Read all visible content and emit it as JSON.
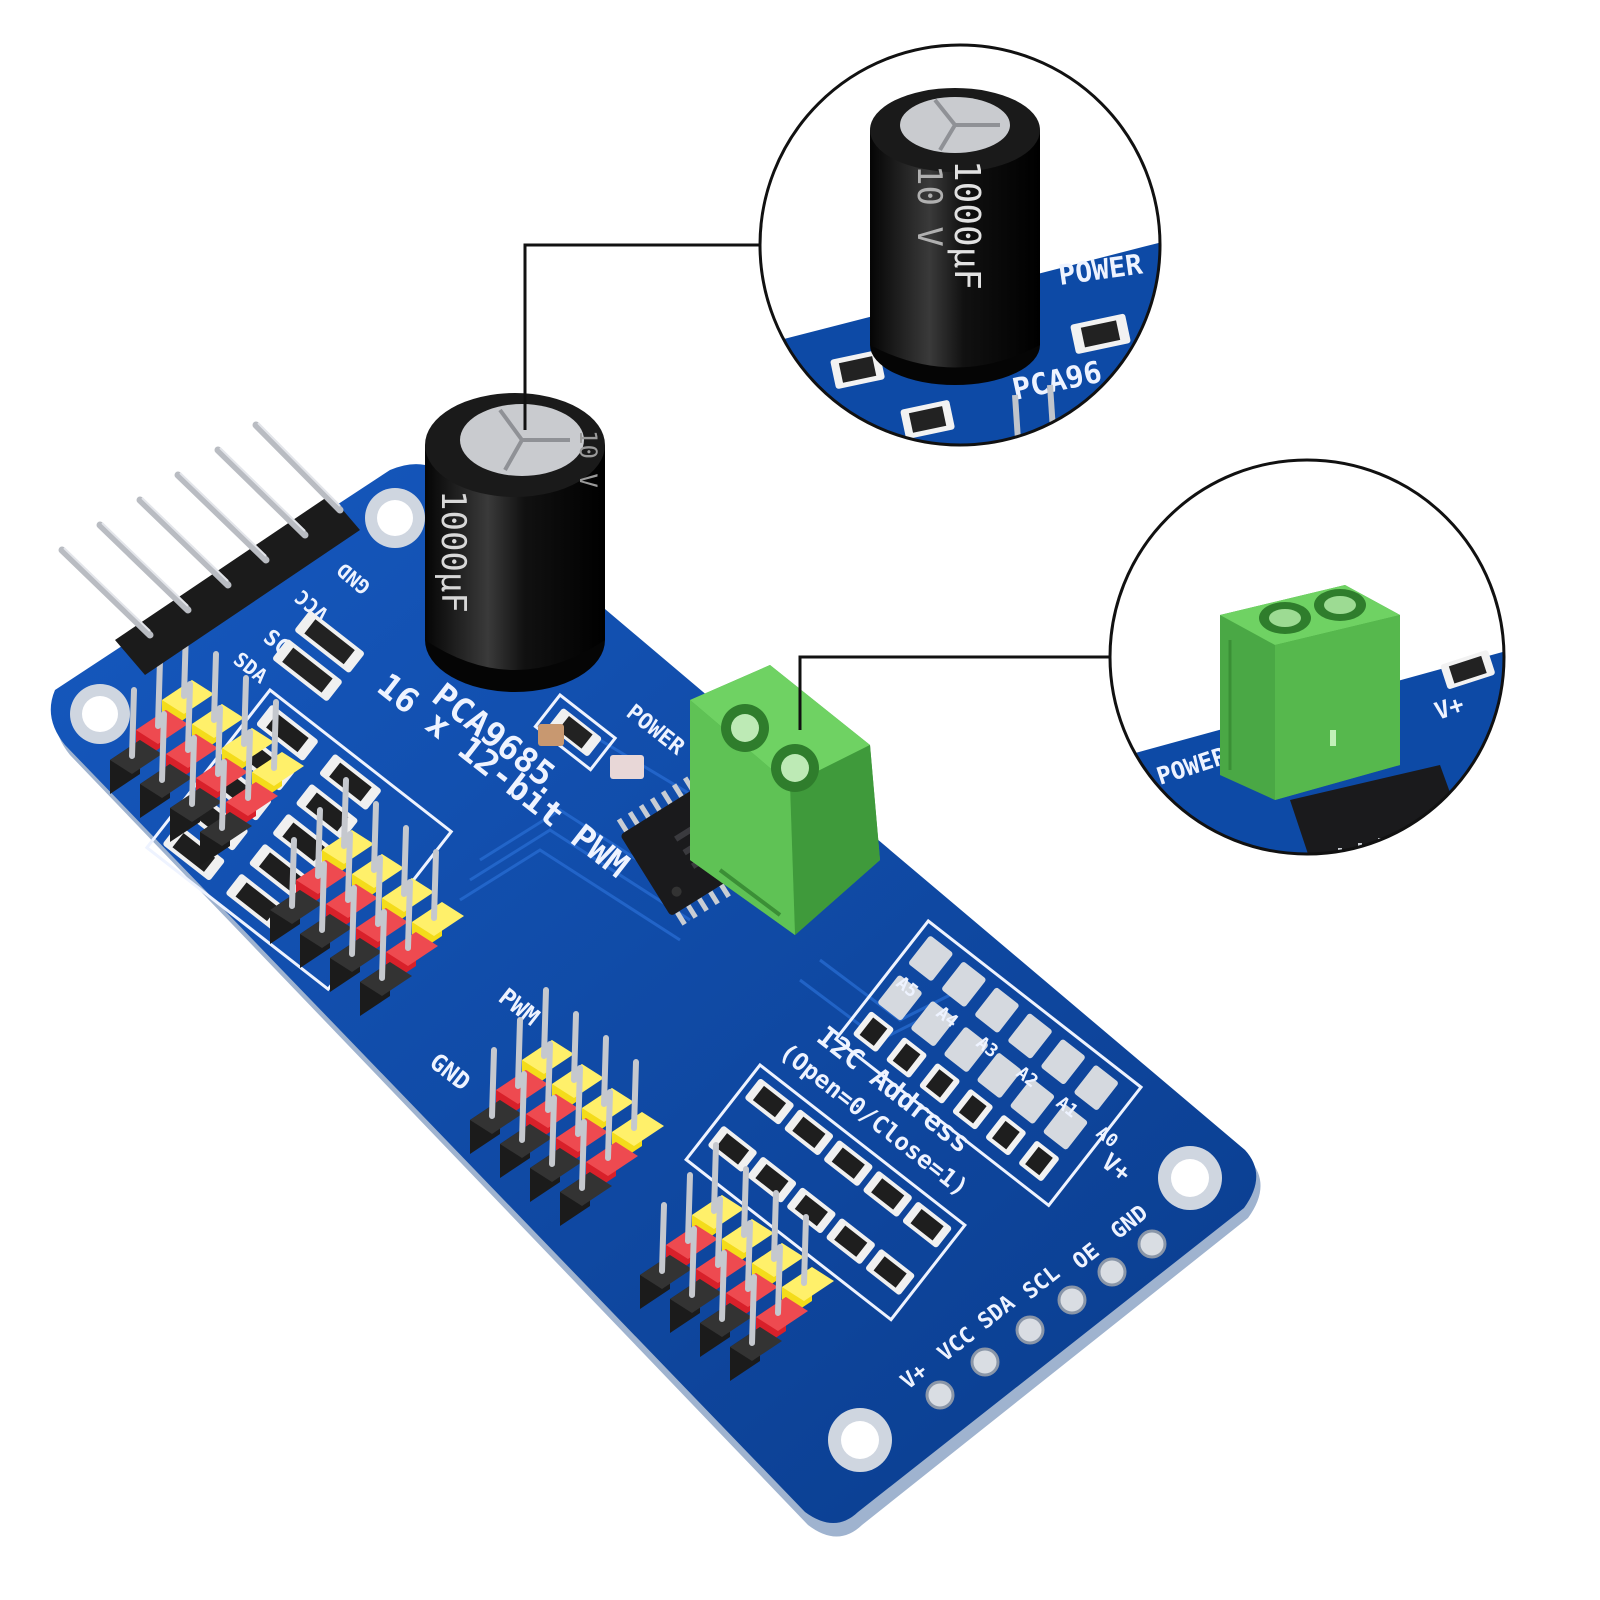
{
  "board": {
    "title_line1": "PCA9685",
    "title_line2": "16 x 12-bit PWM",
    "addr_line1": "I2C Address",
    "addr_line2": "(Open=0/Close=1)",
    "pin_labels": [
      "GND",
      "OE",
      "SCL",
      "SDA",
      "VCC",
      "V+"
    ],
    "top_labels": [
      "GND",
      "VCC",
      "SCL",
      "SDA"
    ],
    "addr_pads": [
      "A5",
      "A4",
      "A3",
      "A2",
      "A1",
      "A0"
    ],
    "side_labels": [
      "GND",
      "PWM",
      "V+"
    ],
    "power_label": "POWER"
  },
  "capacitor": {
    "value": "1000µF",
    "voltage": "10 V"
  },
  "zoom_capacitor": {
    "value": "1000µF",
    "voltage": "10 V",
    "board_text": "PCA96",
    "power_text": "POWER"
  },
  "zoom_terminal": {
    "board_text": "V+",
    "power_text": "POWER"
  },
  "colors": {
    "pcb": "#0d4aa6",
    "pcb_dark": "#0a3a85",
    "header_red": "#d8202a",
    "header_yellow": "#f4dc1a",
    "header_black": "#1b1b1b",
    "terminal_green": "#5cbf52",
    "silkscreen": "#eef3ff"
  }
}
